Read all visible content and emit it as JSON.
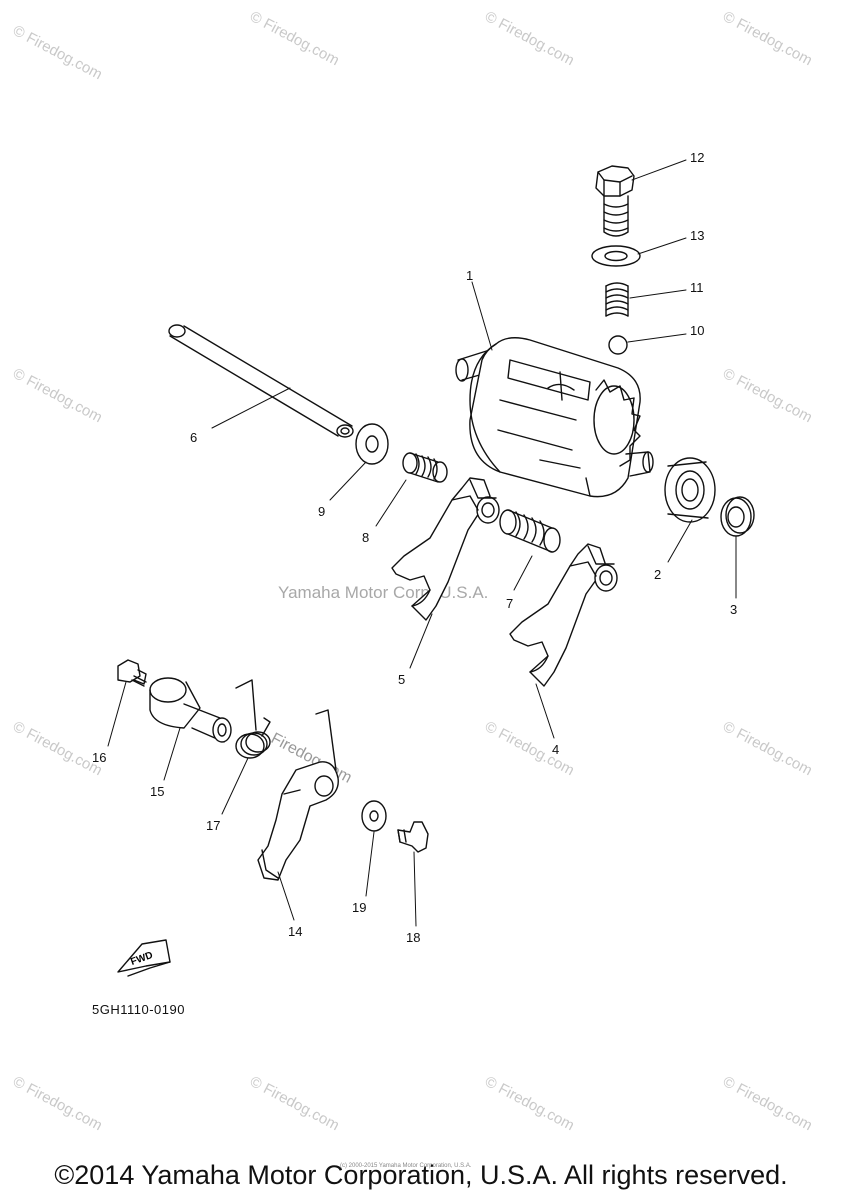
{
  "watermarks": {
    "corner_text": "© Firedog.com",
    "center_text": "Yamaha Motor Corp. U.S.A.",
    "overlay_text": "Firedog.com"
  },
  "callouts": {
    "c1": "1",
    "c2": "2",
    "c3": "3",
    "c4": "4",
    "c5": "5",
    "c6": "6",
    "c7": "7",
    "c8": "8",
    "c9": "9",
    "c10": "10",
    "c11": "11",
    "c12": "12",
    "c13": "13",
    "c14": "14",
    "c15": "15",
    "c16": "16",
    "c17": "17",
    "c18": "18",
    "c19": "19"
  },
  "fwd_label": "FWD",
  "diagram_code": "5GH1110-0190",
  "copyright": "©2014 Yamaha Motor Corporation, U.S.A. All rights reserved.",
  "copyright_small": "(c) 2000-2015 Yamaha Motor Corporation, U.S.A."
}
